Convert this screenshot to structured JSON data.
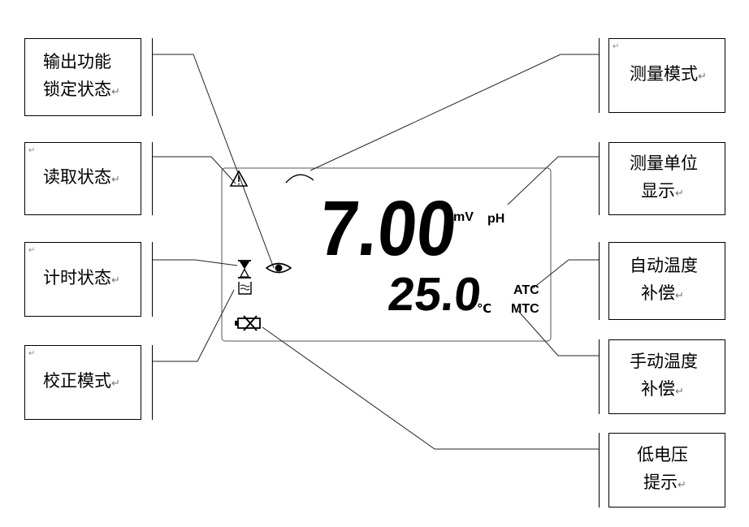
{
  "labels": {
    "output_lock": {
      "line1": "输出功能",
      "line2": "锁定状态"
    },
    "read_state": {
      "line1": "读取状态"
    },
    "timer_state": {
      "line1": "计时状态"
    },
    "calib_mode": {
      "line1": "校正模式"
    },
    "measure_mode": {
      "line1": "测量模式"
    },
    "unit_display": {
      "line1": "测量单位",
      "line2": "显示"
    },
    "atc": {
      "line1": "自动温度",
      "line2": "补偿"
    },
    "mtc": {
      "line1": "手动温度",
      "line2": "补偿"
    },
    "low_voltage": {
      "line1": "低电压",
      "line2": "提示"
    }
  },
  "return_mark": "↵",
  "lcd": {
    "main_value": "7.00",
    "unit_mv": "mV",
    "unit_ph": "pH",
    "temp_value": "25.0",
    "temp_unit": "℃",
    "atc": "ATC",
    "mtc": "MTC"
  },
  "icons": {
    "warning": "warning-icon",
    "meter": "arc-icon",
    "eye": "eye-icon",
    "hourglass": "hourglass-icon",
    "beaker": "beaker-icon",
    "battery": "battery-low-icon"
  }
}
